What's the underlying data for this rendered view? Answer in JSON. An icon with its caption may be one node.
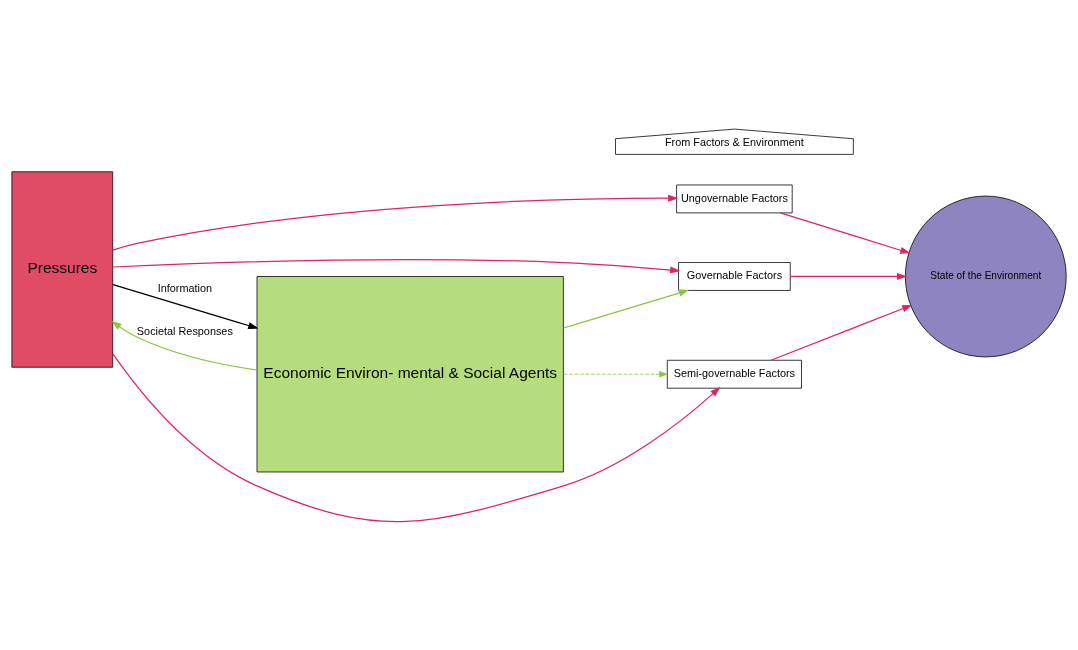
{
  "diagram": {
    "nodes": [
      {
        "text": [
          "Pressures"
        ]
      },
      {
        "text": [
          "From Factors & Environment"
        ]
      },
      {
        "text": [
          "Ungovernable Factors"
        ]
      },
      {
        "text": [
          "Governable Factors"
        ]
      },
      {
        "text": [
          "Semi-governable Factors"
        ]
      },
      {
        "text": [
          "State of the Environment"
        ]
      },
      {
        "text": [
          "Economic Environ- mental & Social Agents"
        ]
      }
    ],
    "edges": [
      {
        "from": 0,
        "to": 6,
        "arrow": "to",
        "label": "Information",
        "color": "#000000"
      },
      {
        "from": 0,
        "to": 2,
        "arrow": "to"
      },
      {
        "from": 2,
        "to": 5,
        "arrow": "to"
      },
      {
        "from": 6,
        "to": 3,
        "arrow": "to",
        "color": "#8cc63f"
      },
      {
        "from": 3,
        "to": 5,
        "arrow": "to"
      },
      {
        "from": 4,
        "to": 5,
        "arrow": "to"
      },
      {
        "from": 0,
        "to": 4,
        "arrow": "to"
      },
      {
        "from": 0,
        "to": 3,
        "arrow": "to"
      },
      {
        "from": 6,
        "to": 4,
        "arrow": "to",
        "style": "dashed",
        "color": "#8cc63f"
      },
      {
        "from": 6,
        "to": 0,
        "arrow": "to",
        "label": "Societal Responses",
        "color": "#8cc63f"
      }
    ]
  }
}
